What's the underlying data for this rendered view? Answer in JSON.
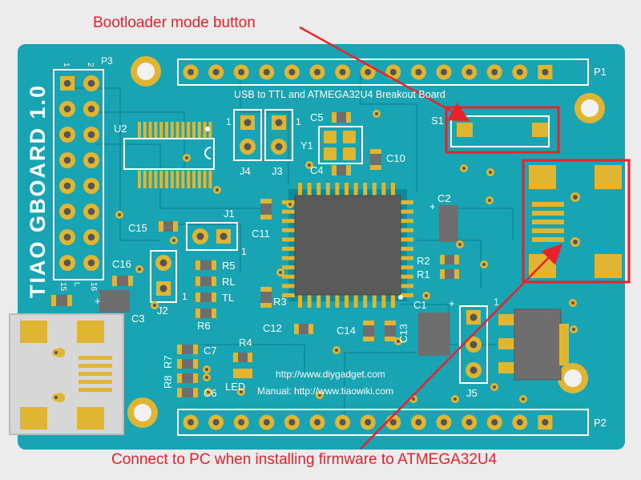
{
  "annotations": {
    "top": "Bootloader mode button",
    "bottom": "Connect to PC when installing firmware to ATMEGA32U4"
  },
  "board": {
    "name": "TIAO GBOARD 1.0",
    "subtitle": "USB to TTL and ATMEGA32U4 Breakout Board",
    "url_site": "http://www.diygadget.com",
    "url_manual": "Manual: http://www.tiaowiki.com"
  },
  "labels": {
    "p1": "P1",
    "p2": "P2",
    "p3": "P3",
    "p3_pin1": "1",
    "p3_pin2": "2",
    "p3_pin15": "15",
    "p3_pin16": "16",
    "s1": "S1",
    "u2": "U2",
    "j1": "J1",
    "j1_pin1": "1",
    "j2": "J2",
    "j2_pin1": "1",
    "j3": "J3",
    "j3_pin1": "1",
    "j4": "J4",
    "j4_pin1": "1",
    "j5": "J5",
    "j5_pin1": "1",
    "y1": "Y1",
    "c1": "C1",
    "c2": "C2",
    "c3": "C3",
    "c4": "C4",
    "c5": "C5",
    "c6": "C6",
    "c7": "C7",
    "c10": "C10",
    "c11": "C11",
    "c12": "C12",
    "c13": "C13",
    "c14": "C14",
    "c15": "C15",
    "c16": "C16",
    "r1": "R1",
    "r2": "R2",
    "r3": "R3",
    "r4": "R4",
    "r5": "R5",
    "r6": "R6",
    "r7": "R7",
    "r8": "R8",
    "rl": "RL",
    "tl": "TL",
    "led": "LED",
    "plus": "+",
    "l": "L"
  },
  "colors": {
    "board": "#19a4b4",
    "board_dark": "#0f8a99",
    "silkscreen": "#ffffff",
    "pad": "#e0b531",
    "pad_dark": "#9a7a1a",
    "chip": "#5a5a5a",
    "highlight": "#e8212a"
  }
}
